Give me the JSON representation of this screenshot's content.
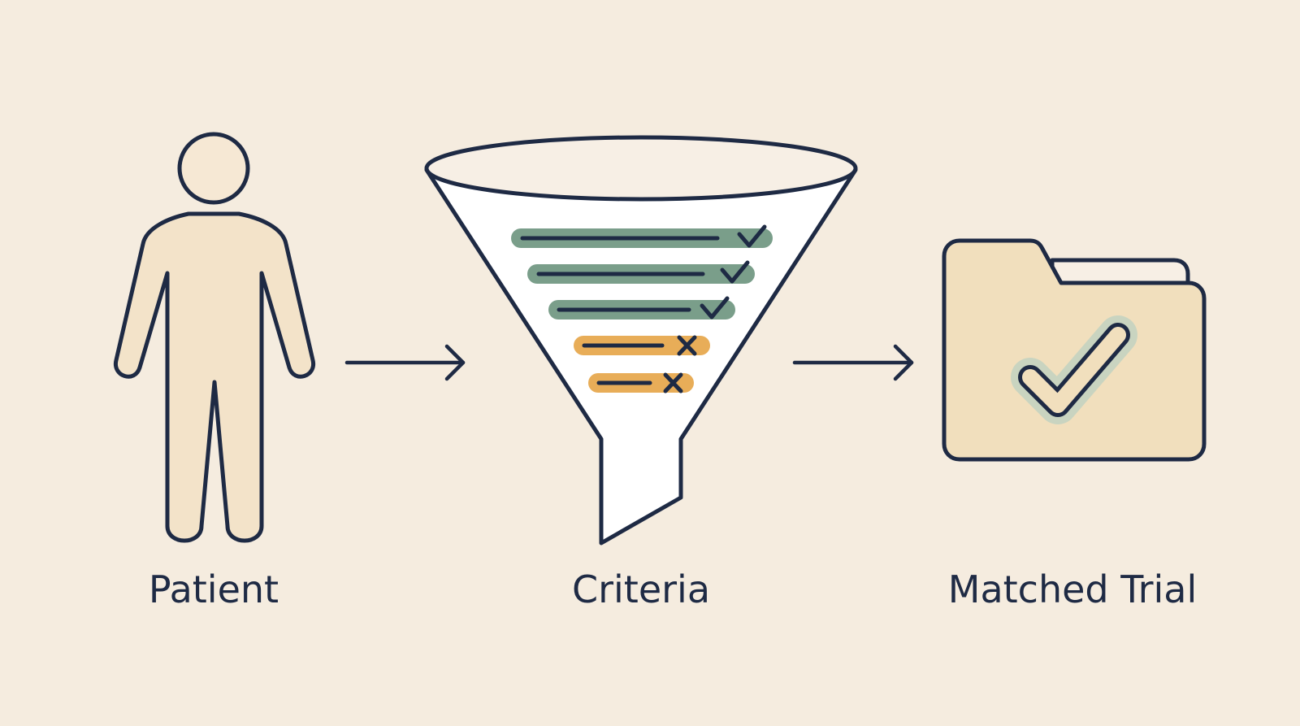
{
  "stages": [
    {
      "label": "Patient",
      "icon": "person-icon"
    },
    {
      "label": "Criteria",
      "icon": "funnel-icon"
    },
    {
      "label": "Matched Trial",
      "icon": "folder-check-icon"
    }
  ],
  "criteria_rows": [
    {
      "status": "pass",
      "mark": "check-icon"
    },
    {
      "status": "pass",
      "mark": "check-icon"
    },
    {
      "status": "pass",
      "mark": "check-icon"
    },
    {
      "status": "fail",
      "mark": "cross-icon"
    },
    {
      "status": "fail",
      "mark": "cross-icon"
    }
  ],
  "colors": {
    "background": "#f5ecdf",
    "outline": "#1e2a44",
    "skin_fill": "#f3e3c9",
    "folder_fill": "#f1dfbd",
    "pass": "#7a9e8a",
    "fail": "#e8ad58",
    "check_halo": "#c9d4c0"
  }
}
